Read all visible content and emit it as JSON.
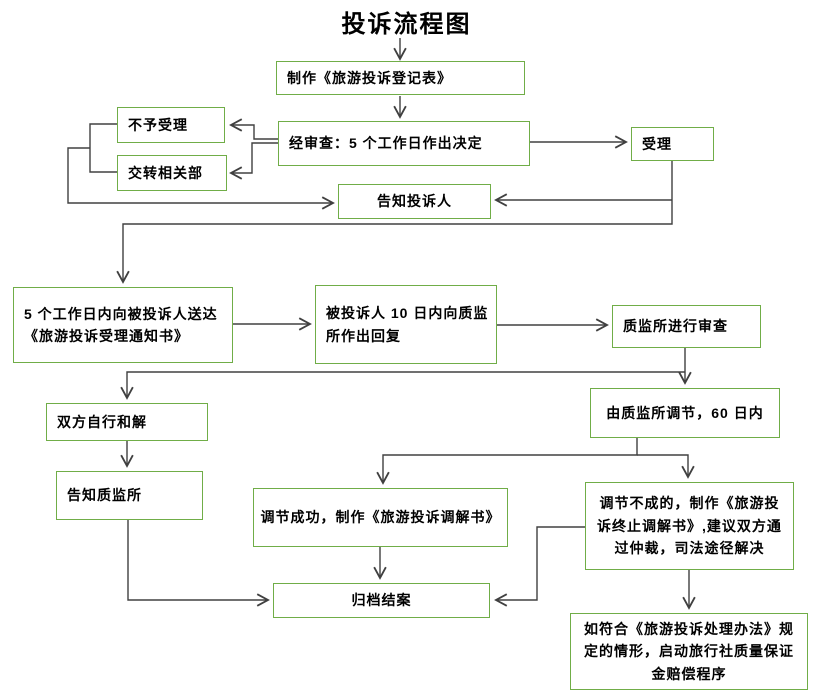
{
  "title": "投诉流程图",
  "colors": {
    "box_border": "#70ad47",
    "line_color": "#404040",
    "text_color": "#000000",
    "background": "#ffffff"
  },
  "nodes": {
    "register": {
      "label": "制作《旅游投诉登记表》"
    },
    "review": {
      "label": "经审查：5 个工作日作出决定"
    },
    "reject": {
      "label": "不予受理"
    },
    "transfer": {
      "label": "交转相关部"
    },
    "accept": {
      "label": "受理"
    },
    "notify_complainant": {
      "label": "告知投诉人"
    },
    "deliver_notice": {
      "label": "5 个工作日内向被投诉人送达\n《旅游投诉受理通知书》"
    },
    "respondent_reply": {
      "label": "被投诉人 10 日内向质监\n所作出回复"
    },
    "institute_review": {
      "label": "质监所进行审查"
    },
    "self_settle": {
      "label": "双方自行和解"
    },
    "notify_institute": {
      "label": "告知质监所"
    },
    "mediation": {
      "label": "由质监所调节，60 日内"
    },
    "mediation_success": {
      "label": "调节成功，制作《旅游投诉调解书》"
    },
    "mediation_fail": {
      "label": "调节不成的，制作《旅游投\n诉终止调解书》,建议双方通\n过仲裁，司法途径解决"
    },
    "archive": {
      "label": "归档结案"
    },
    "guarantee": {
      "label": "如符合《旅游投诉处理办法》规\n定的情形，启动旅行社质量保证\n金赔偿程序"
    }
  }
}
